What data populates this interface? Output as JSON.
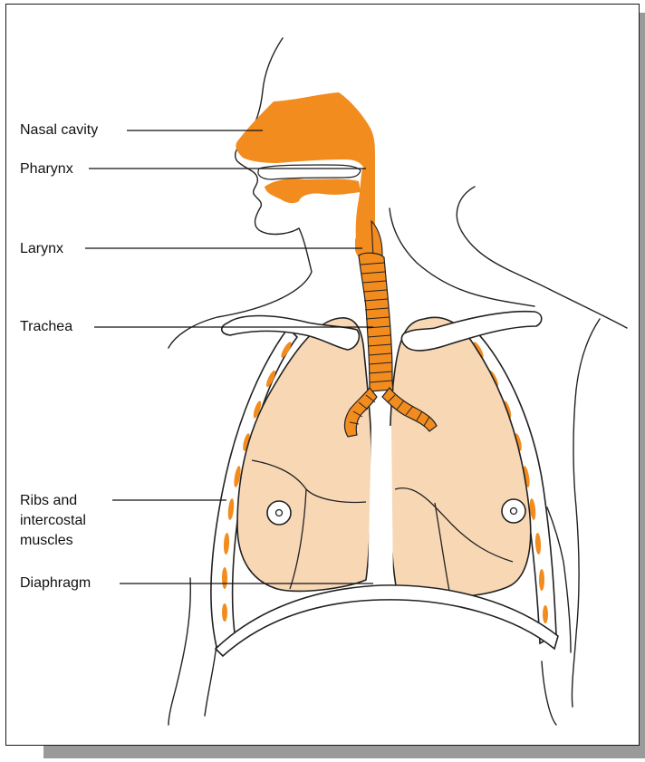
{
  "labels": {
    "nasal_cavity": "Nasal cavity",
    "pharynx": "Pharynx",
    "larynx": "Larynx",
    "trachea": "Trachea",
    "ribs_line1": "Ribs and",
    "ribs_line2": "intercostal",
    "ribs_line3": "muscles",
    "diaphragm": "Diaphragm"
  },
  "colors": {
    "airway": "#f28c1e",
    "lung": "#f8d7b5",
    "outline": "#222222",
    "shadow": "#9a9a9a"
  }
}
